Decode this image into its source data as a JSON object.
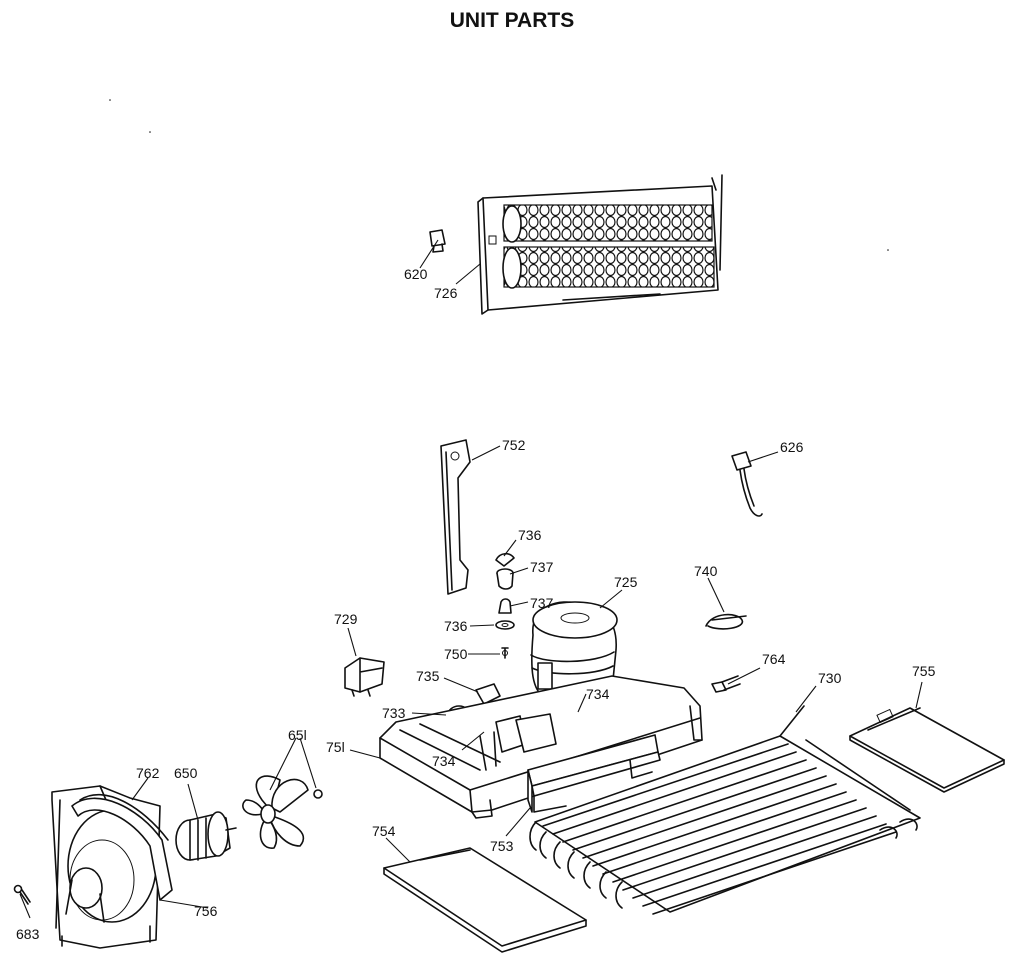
{
  "title": "UNIT PARTS",
  "parts": [
    {
      "id": "p620",
      "label": "620"
    },
    {
      "id": "p726",
      "label": "726"
    },
    {
      "id": "p752",
      "label": "752"
    },
    {
      "id": "p626",
      "label": "626"
    },
    {
      "id": "p736a",
      "label": "736"
    },
    {
      "id": "p737a",
      "label": "737"
    },
    {
      "id": "p737b",
      "label": "737"
    },
    {
      "id": "p725",
      "label": "725"
    },
    {
      "id": "p740",
      "label": "740"
    },
    {
      "id": "p729",
      "label": "729"
    },
    {
      "id": "p736b",
      "label": "736"
    },
    {
      "id": "p750",
      "label": "750"
    },
    {
      "id": "p764",
      "label": "764"
    },
    {
      "id": "p735",
      "label": "735"
    },
    {
      "id": "p730",
      "label": "730"
    },
    {
      "id": "p755",
      "label": "755"
    },
    {
      "id": "p733",
      "label": "733"
    },
    {
      "id": "p734a",
      "label": "734"
    },
    {
      "id": "p651",
      "label": "65l"
    },
    {
      "id": "p751",
      "label": "75l"
    },
    {
      "id": "p734b",
      "label": "734"
    },
    {
      "id": "p762",
      "label": "762"
    },
    {
      "id": "p650",
      "label": "650"
    },
    {
      "id": "p754",
      "label": "754"
    },
    {
      "id": "p753",
      "label": "753"
    },
    {
      "id": "p756",
      "label": "756"
    },
    {
      "id": "p683",
      "label": "683"
    }
  ]
}
